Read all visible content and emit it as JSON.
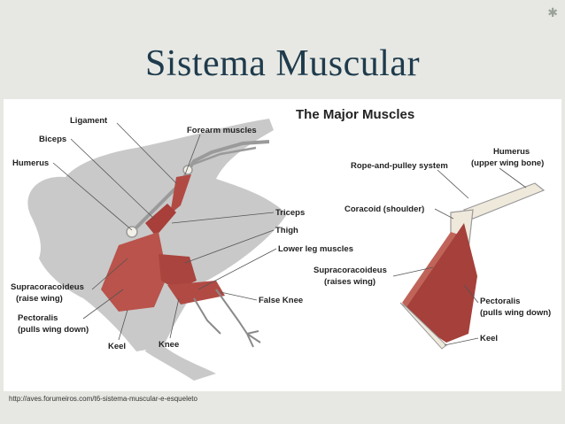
{
  "slide": {
    "title": "Sistema Muscular",
    "source": "http://aves.forumeiros.com/t6-sistema-muscular-e-esqueleto"
  },
  "figure": {
    "heading": "The Major Muscles",
    "left_labels": {
      "ligament": "Ligament",
      "biceps": "Biceps",
      "humerus": "Humerus",
      "forearm": "Forearm muscles",
      "triceps": "Triceps",
      "thigh": "Thigh",
      "lower_leg": "Lower leg muscles",
      "supra_line1": "Supracoracoideus",
      "supra_line2": "(raise wing)",
      "pectoralis_line1": "Pectoralis",
      "pectoralis_line2": "(pulls wing down)",
      "keel": "Keel",
      "knee": "Knee",
      "false_knee": "False Knee"
    },
    "right_labels": {
      "humerus_line1": "Humerus",
      "humerus_line2": "(upper wing bone)",
      "rope": "Rope-and-pulley system",
      "coracoid": "Coracoid (shoulder)",
      "supra_line1": "Supracoracoideus",
      "supra_line2": "(raises wing)",
      "pectoralis_line1": "Pectoralis",
      "pectoralis_line2": "(pulls wing down)",
      "keel": "Keel"
    }
  }
}
